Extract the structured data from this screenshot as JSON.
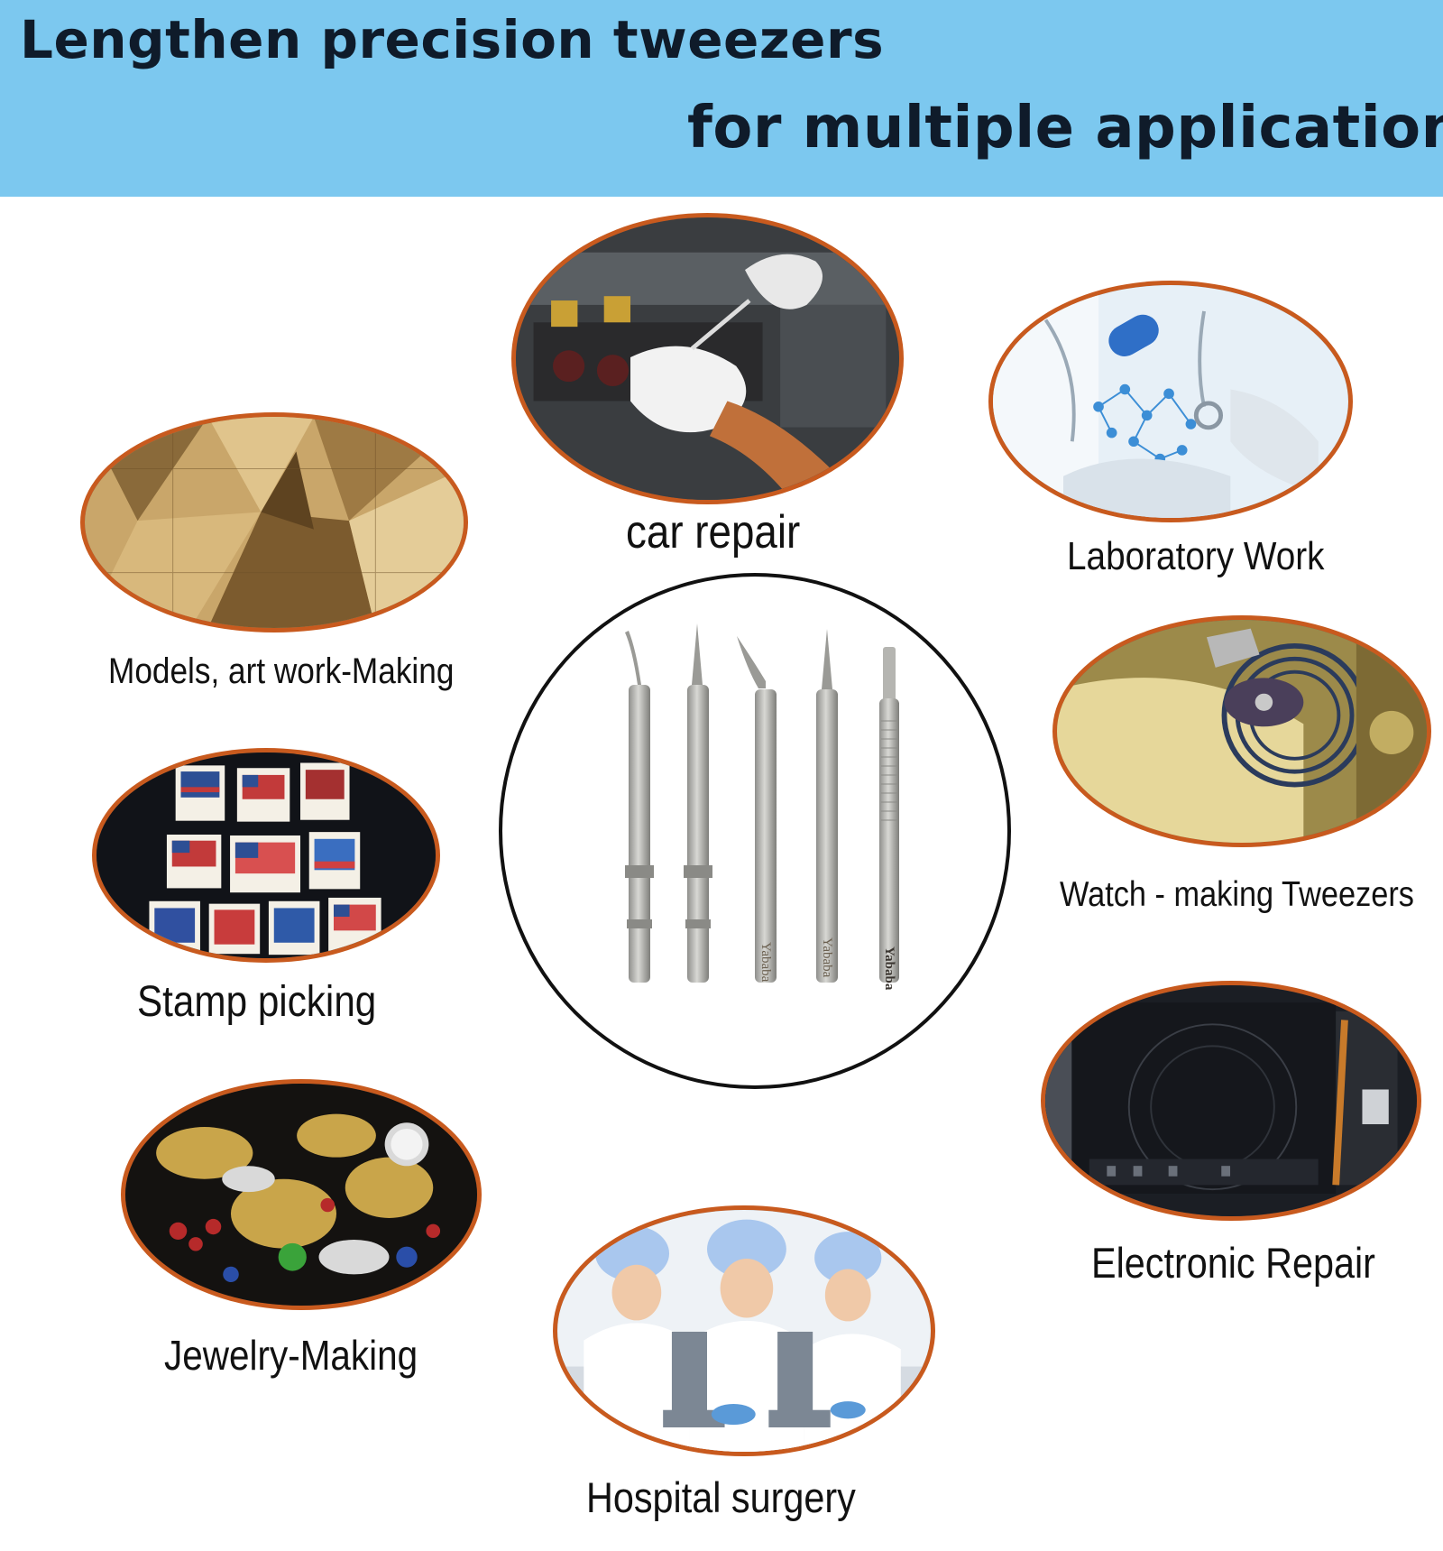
{
  "header": {
    "line1": "Lengthen precision tweezers",
    "line2": "for multiple applications",
    "background_color": "#7cc8ef"
  },
  "accent_color": "#c85a1e",
  "applications": [
    {
      "key": "car-repair",
      "label": "car repair"
    },
    {
      "key": "laboratory-work",
      "label": "Laboratory Work"
    },
    {
      "key": "models-art-work",
      "label": "Models, art work-Making"
    },
    {
      "key": "watch-making",
      "label": "Watch - making Tweezers"
    },
    {
      "key": "stamp-picking",
      "label": "Stamp picking"
    },
    {
      "key": "electronic-repair",
      "label": "Electronic Repair"
    },
    {
      "key": "jewelry-making",
      "label": "Jewelry-Making"
    },
    {
      "key": "hospital-surgery",
      "label": "Hospital surgery"
    }
  ],
  "product": {
    "tweezers": [
      {
        "type": "angled-tip",
        "brand": ""
      },
      {
        "type": "straight-fine-tip",
        "brand": ""
      },
      {
        "type": "curved-tip",
        "brand": "Yababa"
      },
      {
        "type": "straight-needle-tip",
        "brand": "Yababa"
      },
      {
        "type": "flat-serrated-tip",
        "brand": "Yababa"
      }
    ]
  }
}
